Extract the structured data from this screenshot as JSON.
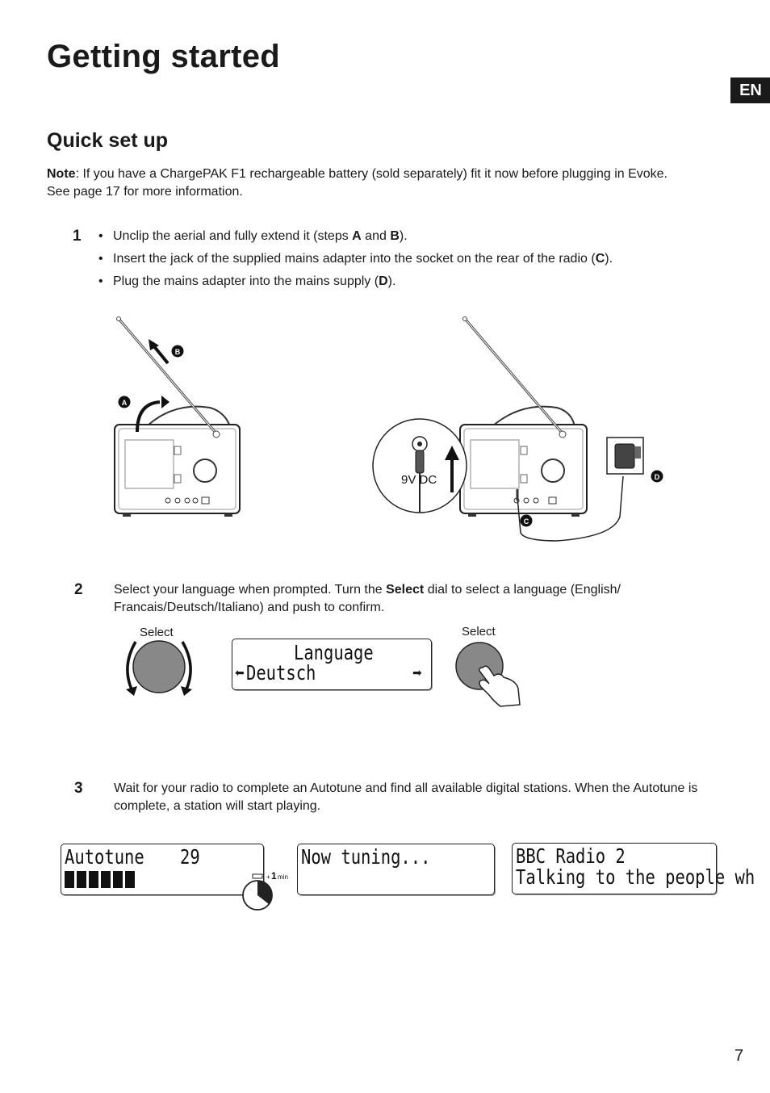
{
  "page": {
    "title": "Getting started",
    "language_tab": "EN",
    "page_number": "7"
  },
  "quick_setup": {
    "heading": "Quick set up",
    "note_label": "Note",
    "note_text": ": If you have a ChargePAK F1 rechargeable battery (sold separately) fit it now before plugging in Evoke. See page 17 for more information."
  },
  "step1": {
    "number": "1",
    "bullets": [
      {
        "before": "Unclip the aerial and fully extend it (steps ",
        "b1": "A",
        "mid": " and ",
        "b2": "B",
        "after": ")."
      },
      {
        "before": "Insert the jack of the supplied mains adapter into the socket on the rear of the radio (",
        "b1": "C",
        "after": ")."
      },
      {
        "before": "Plug the mains adapter into the mains supply (",
        "b1": "D",
        "after": ")."
      }
    ],
    "callouts": {
      "a": "A",
      "b": "B",
      "c": "C",
      "d": "D"
    },
    "socket_label": "9V DC"
  },
  "step2": {
    "number": "2",
    "text_before": "Select your language when prompted. Turn the ",
    "text_bold": "Select",
    "text_after": " dial to select a language (English/ Francais/Deutsch/Italiano) and push to confirm.",
    "dial_label_turn": "Select",
    "dial_label_push": "Select",
    "lcd": {
      "line1": "Language",
      "line2": "Deutsch"
    }
  },
  "step3": {
    "number": "3",
    "text": "Wait for your radio to complete an Autotune and find all available digital stations. When the Autotune is complete, a station will start playing.",
    "lcd_autotune": {
      "label": "Autotune",
      "count": "29",
      "progress_blocks": 6
    },
    "timer": {
      "plus": "+",
      "value": "1",
      "unit": "min"
    },
    "lcd_tuning": {
      "line1": "Now tuning..."
    },
    "lcd_station": {
      "line1": "BBC Radio 2",
      "line2": "Talking to the people wh"
    }
  }
}
